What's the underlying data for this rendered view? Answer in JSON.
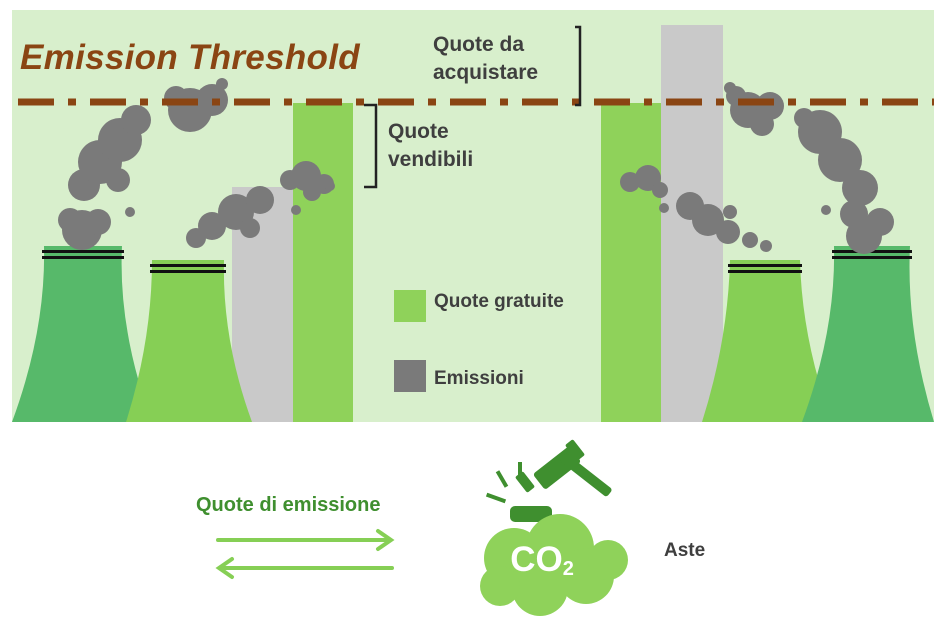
{
  "threshold": {
    "label": "Emission Threshold"
  },
  "annotations": {
    "buy": [
      "Quote da",
      "acquistare"
    ],
    "sell": [
      "Quote",
      "vendibili"
    ]
  },
  "legend": {
    "free_allowances": "Quote gratuite",
    "emissions": "Emissioni"
  },
  "bottom": {
    "allowances": "Quote di emissione",
    "co2_main": "CO",
    "co2_sub": "2",
    "auction": "Aste"
  },
  "colors": {
    "panel_bg": "#d8efcc",
    "free_allowances": "#8fd25a",
    "emissions": "#c9c9c9",
    "tower_dark": "#57b96a",
    "tower_light": "#86cf55",
    "smoke": "#7a7a7a",
    "threshold_line": "#8a4513",
    "auction_green": "#3f8f2f"
  },
  "icons": [
    "cooling-tower-icon",
    "smoke-icon",
    "gavel-icon",
    "co2-cloud-icon",
    "arrow-right-icon",
    "arrow-left-icon"
  ]
}
